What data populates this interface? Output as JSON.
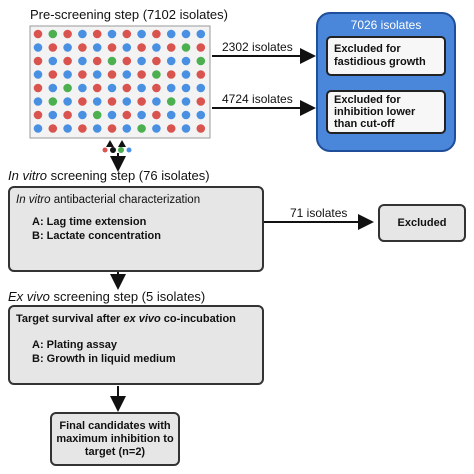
{
  "prescreen": {
    "title": "Pre-screening step (7102 isolates)",
    "arrow1_label": "2302 isolates",
    "arrow2_label": "4724 isolates"
  },
  "blue_box": {
    "title": "7026 isolates",
    "excluded1": "Excluded for fastidious growth",
    "excluded2": "Excluded for inhibition lower than cut-off"
  },
  "invitro": {
    "title_italic": "In vitro",
    "title_rest": " screening step (76 isolates)",
    "box_title_italic": "In vitro",
    "box_title_rest": " antibacterial characterization",
    "item_a": "A: Lag time extension",
    "item_b": "B: Lactate concentration",
    "arrow_label": "71 isolates",
    "excluded": "Excluded"
  },
  "exvivo": {
    "title_italic": "Ex vivo",
    "title_rest": " screening step (5 isolates)",
    "box_title_pre": "Target survival after ",
    "box_title_italic": "ex vivo",
    "box_title_post": " co-incubation",
    "item_a": "A: Plating assay",
    "item_b": "B: Growth in liquid medium"
  },
  "final": {
    "text": "Final candidates with maximum inhibition to target (n=2)"
  },
  "colors": {
    "red": "#d9534f",
    "blue": "#4a90e2",
    "green": "#4caf50",
    "box_blue": "#4a86d9"
  }
}
